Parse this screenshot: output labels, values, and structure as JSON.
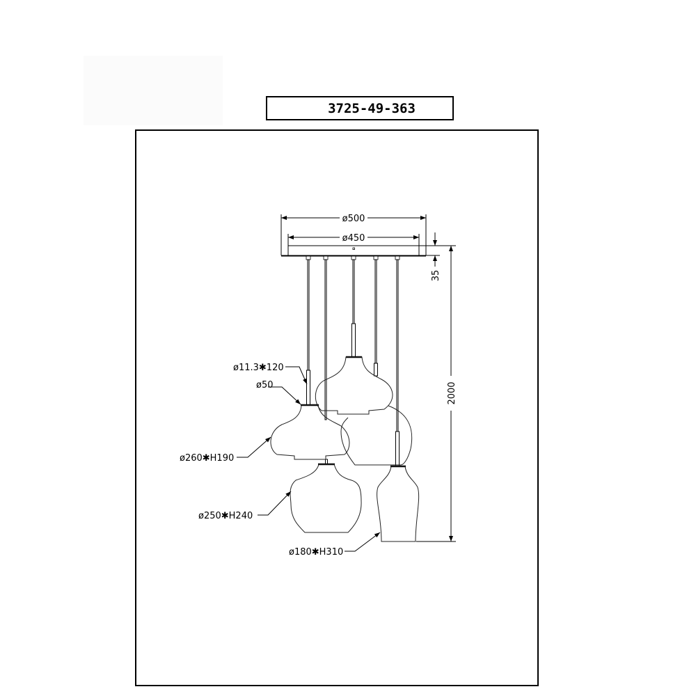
{
  "title_box": {
    "model_number": "3725-49-363"
  },
  "dimensions": {
    "canopy_outer_diameter": "ø500",
    "canopy_inner_diameter": "ø450",
    "canopy_height": "35",
    "overall_height": "2000"
  },
  "annotations": {
    "rod": "ø11.3✱120",
    "cap": "ø50",
    "shade_1": "ø260✱H190",
    "shade_2": "ø250✱H240",
    "shade_3": "ø180✱H310"
  }
}
